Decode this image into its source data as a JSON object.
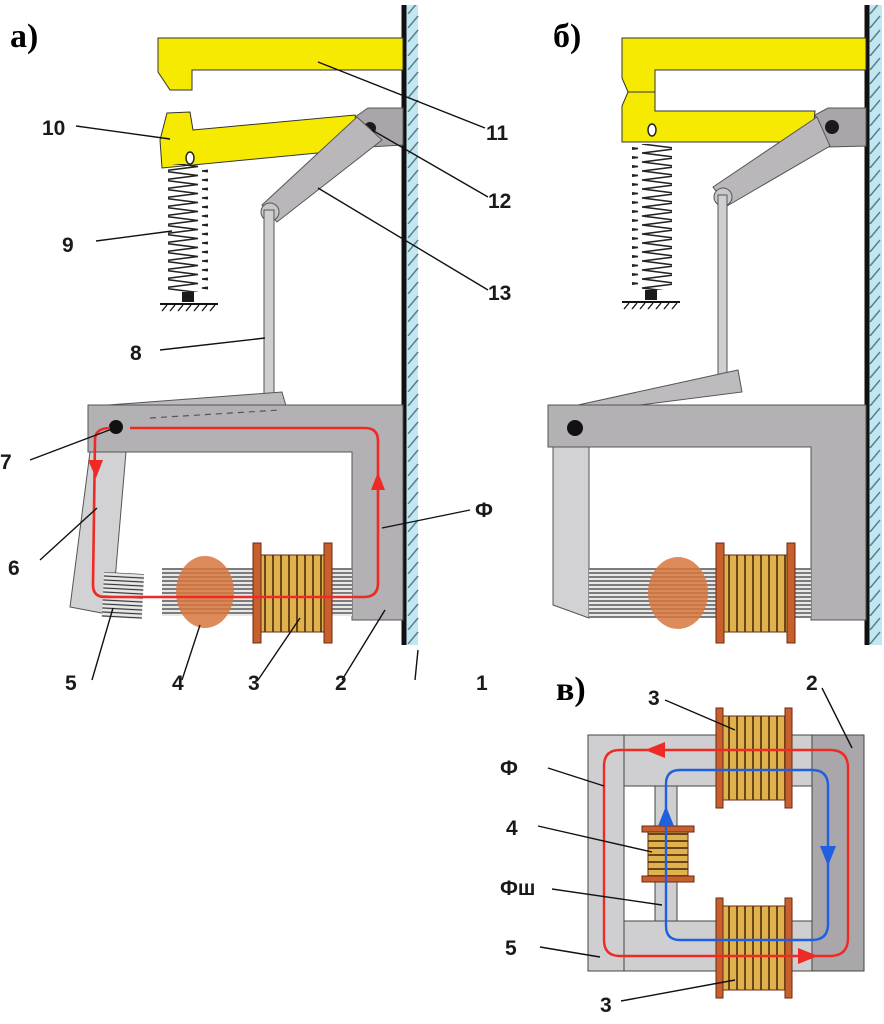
{
  "panels": {
    "a": {
      "title": "а)"
    },
    "b": {
      "title": "б)"
    },
    "c": {
      "title": "в)"
    }
  },
  "labels": {
    "a": {
      "n1": "1",
      "n2": "2",
      "n3": "3",
      "n4": "4",
      "n5": "5",
      "n6": "6",
      "n7": "7",
      "n8": "8",
      "n9": "9",
      "n10": "10",
      "n11": "11",
      "n12": "12",
      "n13": "13",
      "flux": "Ф"
    },
    "c": {
      "n2": "2",
      "n3_top": "3",
      "n3_bottom": "3",
      "n4": "4",
      "n5": "5",
      "flux": "Ф",
      "shunt_flux": "Фш"
    }
  },
  "colors": {
    "contact_yellow": "#f5ea00",
    "steel_gray": "#b3b1b4",
    "steel_light": "#cfcfd2",
    "wall_blue": "#8fd3e8",
    "coil_gold": "#d9a84a",
    "coil_copper": "#c8602e",
    "shunt_copper": "#d8773f",
    "flux_red": "#ee2a24",
    "flux_blue": "#1f5fe0"
  }
}
